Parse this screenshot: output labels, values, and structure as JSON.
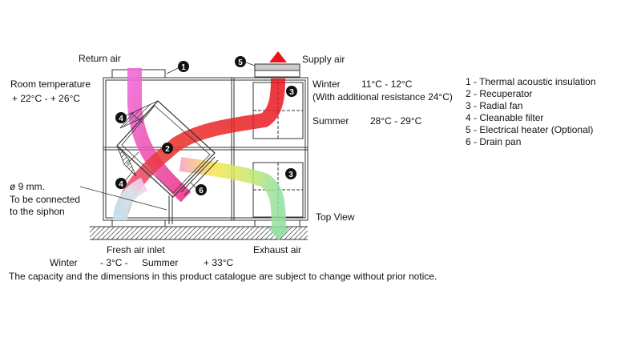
{
  "labels": {
    "return_air": "Return air",
    "supply_air": "Supply air",
    "room_temp_title": "Room temperature",
    "room_temp_range": "+ 22°C - + 26°C",
    "winter_label": "Winter",
    "winter_value": "11°C - 12°C",
    "winter_note": "(With additional resistance 24°C)",
    "summer_label": "Summer",
    "summer_value": "28°C - 29°C",
    "drain_size": "ø 9 mm.",
    "drain_note_1": "To be connected",
    "drain_note_2": "to the siphon",
    "top_view": "Top View",
    "fresh_air_inlet": "Fresh air inlet",
    "exhaust_air": "Exhaust air",
    "bottom_winter": "Winter",
    "bottom_winter_value": "- 3°C -",
    "bottom_summer": "Summer",
    "bottom_summer_value": "+ 33°C",
    "disclaimer": "The capacity and the dimensions in this product catalogue are subject to change without prior notice."
  },
  "legend": [
    "1 - Thermal acoustic insulation",
    "2 - Recuperator",
    "3 - Radial fan",
    "4 - Cleanable filter",
    "5 - Electrical heater (Optional)",
    "6 - Drain pan"
  ],
  "markers": [
    "1",
    "2",
    "3",
    "3",
    "4",
    "4",
    "5",
    "6"
  ],
  "colors": {
    "return_air": "#f06ad8",
    "supply_air": "#e8141e",
    "fresh_air": "#bfe8f0",
    "exhaust_air": "#8fe0a0",
    "mid_warm": "#f6e64a",
    "line": "#333333"
  }
}
